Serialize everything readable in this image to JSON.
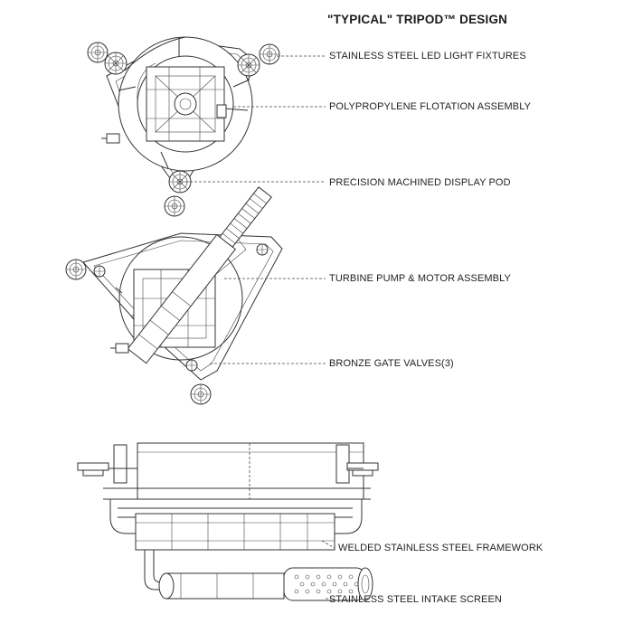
{
  "title": "\"TYPICAL\" TRIPOD™ DESIGN",
  "callouts": [
    "STAINLESS STEEL LED LIGHT FIXTURES",
    "POLYPROPYLENE FLOTATION ASSEMBLY",
    "PRECISION MACHINED DISPLAY POD",
    "TURBINE PUMP & MOTOR ASSEMBLY",
    "BRONZE GATE VALVES(3)",
    "WELDED STAINLESS STEEL FRAMEWORK",
    "STAINLESS STEEL INTAKE SCREEN"
  ]
}
